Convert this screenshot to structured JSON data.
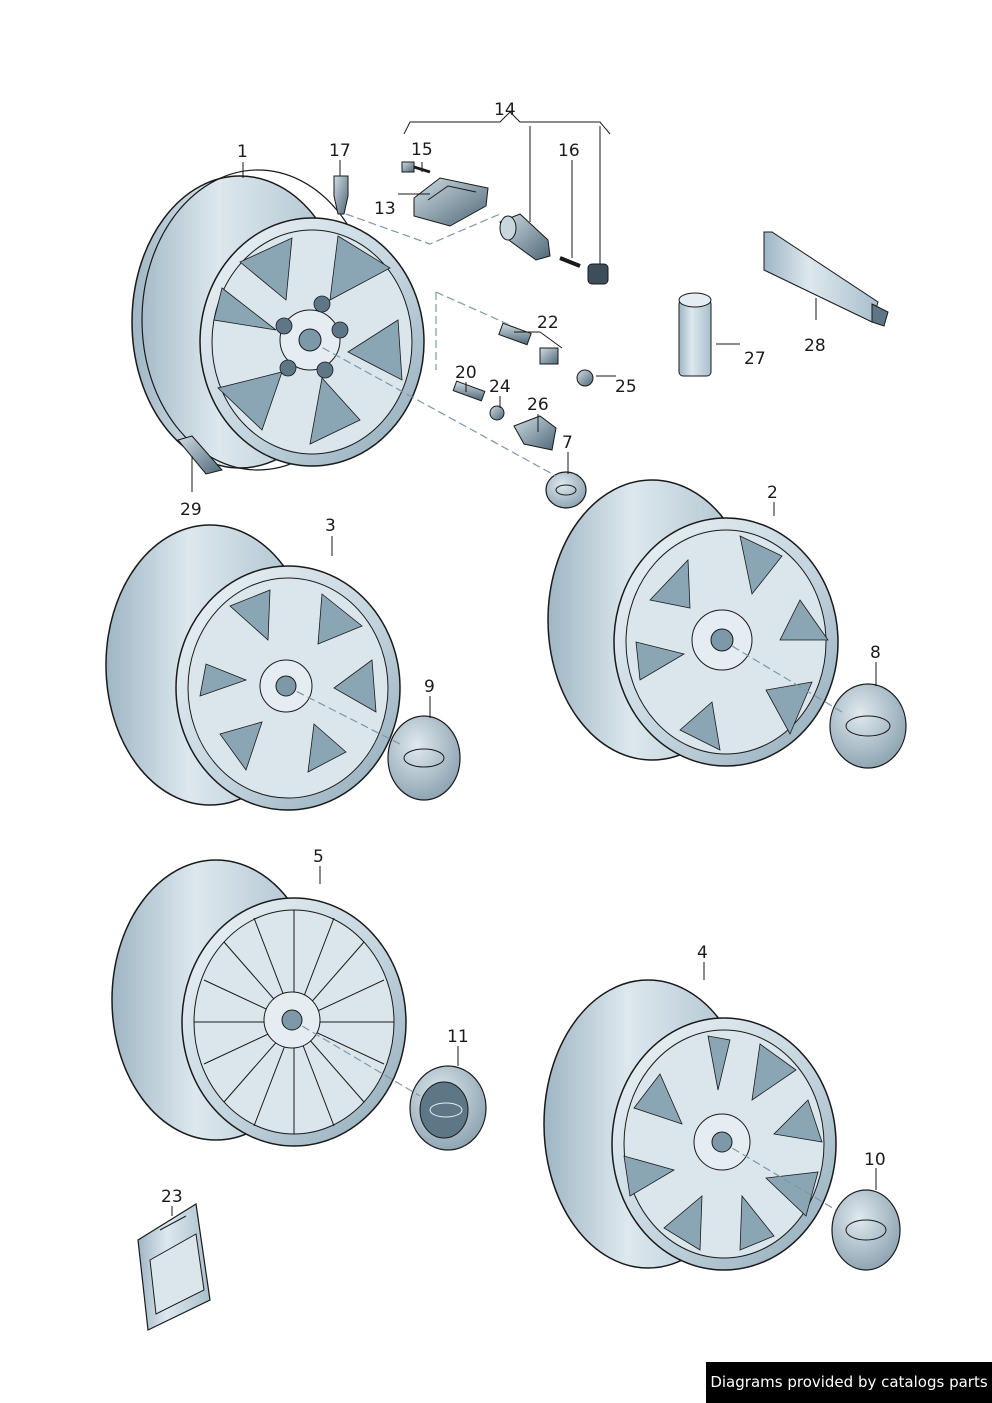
{
  "callouts": {
    "n1": "1",
    "n2": "2",
    "n3": "3",
    "n4": "4",
    "n5": "5",
    "n7": "7",
    "n8": "8",
    "n9": "9",
    "n10": "10",
    "n11": "11",
    "n13": "13",
    "n14": "14",
    "n15": "15",
    "n16": "16",
    "n17": "17",
    "n20": "20",
    "n22": "22",
    "n23": "23",
    "n24": "24",
    "n25": "25",
    "n26": "26",
    "n27": "27",
    "n28": "28",
    "n29": "29"
  },
  "credit": "Diagrams provided by catalogs parts",
  "colors": {
    "rim_light": "#e2ecf1",
    "rim_mid": "#b9cdd8",
    "rim_dark": "#7d98a8",
    "window": "#8aa5b4",
    "outline": "#1a1a1a",
    "leader": "#7f97a6"
  }
}
